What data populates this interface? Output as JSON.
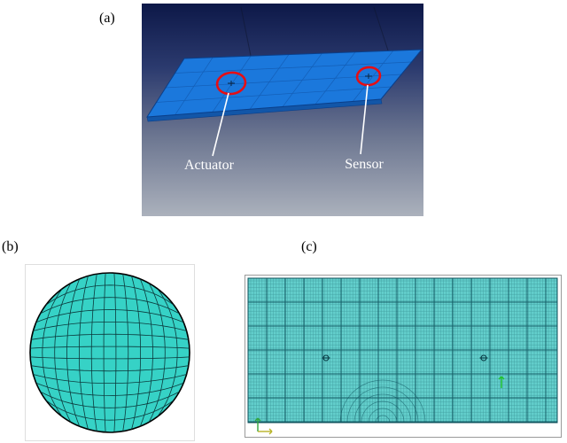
{
  "panels": {
    "a": {
      "label": "(a)",
      "annotations": {
        "actuator": "Actuator",
        "sensor": "Sensor"
      }
    },
    "b": {
      "label": "(b)"
    },
    "c": {
      "label": "(c)"
    }
  },
  "colors": {
    "viewport_bg": [
      "#0d1848",
      "#2b3a6e",
      "#6b7590",
      "#abb1bc"
    ],
    "plate_fill": "#1b78dc",
    "plate_edge": "#0a3f8a",
    "plate_side": "#1256a8",
    "highlight_red": "#e60e14",
    "leader_white": "#ffffff",
    "disc_fill": "#36d2c6",
    "disc_mesh_line": "#072a2e",
    "plate_mesh_fill": "#63cfcc",
    "plate_mesh_line": "#0b4f5a",
    "axis_green": "#2fa43c",
    "axis_yellow": "#b8b428",
    "bc_green": "#21c229"
  }
}
